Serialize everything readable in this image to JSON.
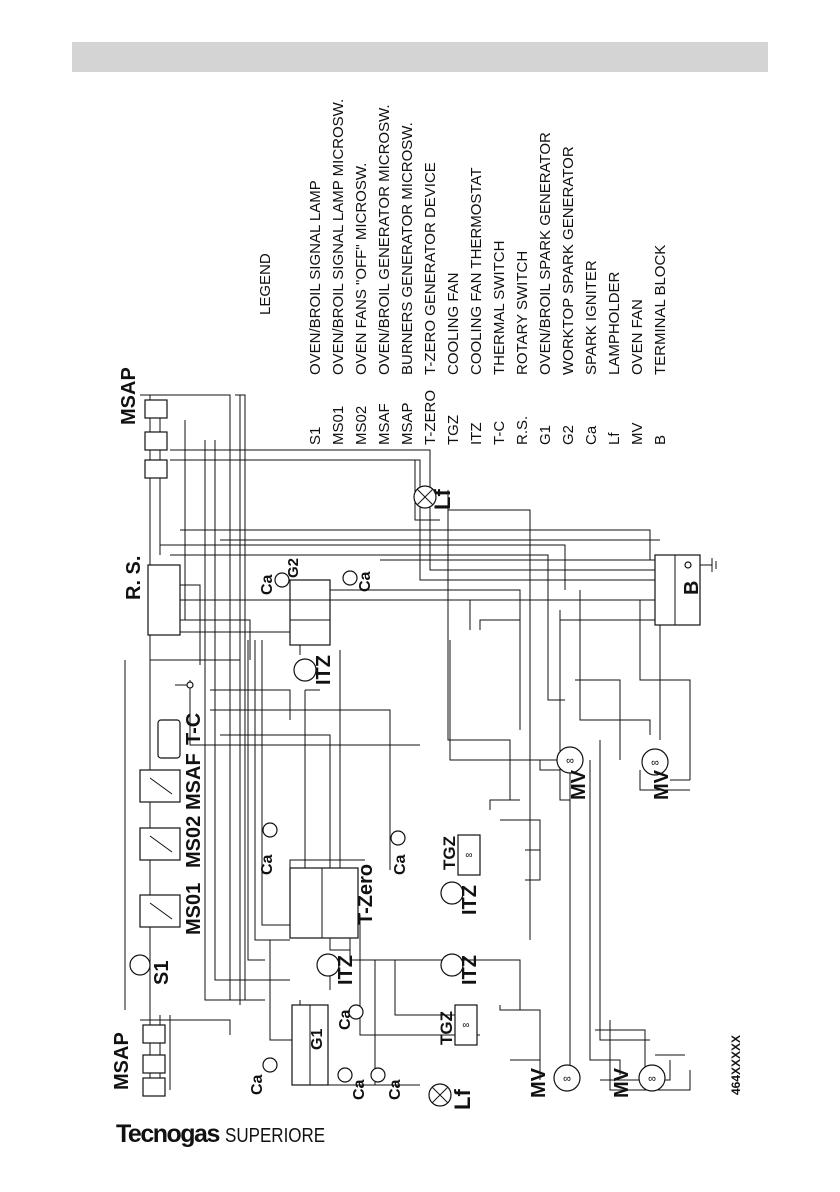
{
  "legend": {
    "title": "LEGEND",
    "items": [
      {
        "code": "S1",
        "desc": "OVEN/BROIL SIGNAL LAMP"
      },
      {
        "code": "MS01",
        "desc": "OVEN/BROIL SIGNAL LAMP MICROSW."
      },
      {
        "code": "MS02",
        "desc": "OVEN FANS \"OFF\" MICROSW."
      },
      {
        "code": "MSAF",
        "desc": "OVEN/BROIL GENERATOR MICROSW."
      },
      {
        "code": "MSAP",
        "desc": "BURNERS GENERATOR MICROSW."
      },
      {
        "code": "T-ZERO",
        "desc": "T-ZERO GENERATOR DEVICE"
      },
      {
        "code": "TGZ",
        "desc": "COOLING FAN"
      },
      {
        "code": "ITZ",
        "desc": "COOLING FAN THERMOSTAT"
      },
      {
        "code": "T-C",
        "desc": "THERMAL SWITCH"
      },
      {
        "code": "R.S.",
        "desc": "ROTARY SWITCH"
      },
      {
        "code": "G1",
        "desc": "OVEN/BROIL SPARK GENERATOR"
      },
      {
        "code": "G2",
        "desc": "WORKTOP SPARK GENERATOR"
      },
      {
        "code": "Ca",
        "desc": "SPARK IGNITER"
      },
      {
        "code": "Lf",
        "desc": "LAMPHOLDER"
      },
      {
        "code": "MV",
        "desc": "OVEN FAN"
      },
      {
        "code": "B",
        "desc": "TERMINAL BLOCK"
      }
    ]
  },
  "labels": {
    "msap_top": "MSAP",
    "msap_bottom": "MSAP",
    "rs": "R. S.",
    "g2": "G2",
    "g1": "G1",
    "tc": "T-C",
    "msaf": "MSAF",
    "ms02": "MS02",
    "ms01": "MS01",
    "s1": "S1",
    "tzero": "T-Zero",
    "itz_1": "ITZ",
    "itz_2": "ITZ",
    "itz_3": "ITZ",
    "itz_4": "ITZ",
    "tgz_1": "TGZ",
    "tgz_2": "TGZ",
    "lf_1": "Lf",
    "lf_2": "Lf",
    "mv_1": "MV",
    "mv_2": "MV",
    "mv_3": "MV",
    "mv_4": "MV",
    "b": "B",
    "ca": "Ca"
  },
  "doc_code": "464XXXXX",
  "brand": {
    "name": "Tecnogas",
    "series": "SUPERIORE"
  }
}
